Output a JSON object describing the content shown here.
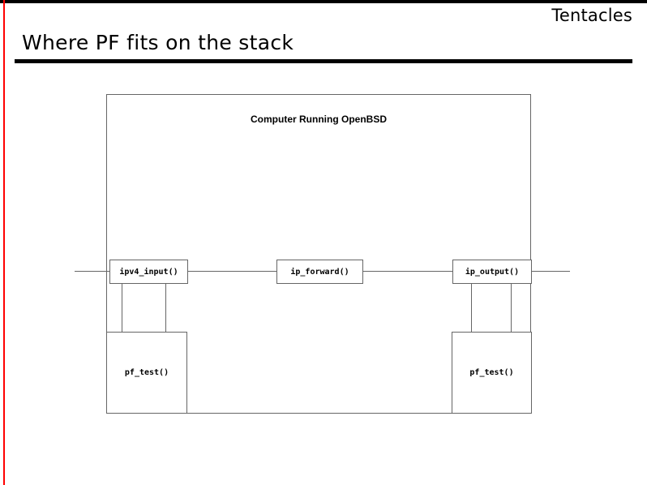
{
  "slide": {
    "deck_name": "Tentacles",
    "title": "Where PF fits on the stack",
    "accent_color": "#ff0000",
    "rule_color": "#000000",
    "line_color": "#666666",
    "background_color": "#ffffff"
  },
  "diagram": {
    "type": "block-diagram",
    "host": {
      "label": "Computer Running OpenBSD"
    },
    "nodes": [
      {
        "id": "ipv4_input",
        "label": "ipv4_input()",
        "role": "input-path"
      },
      {
        "id": "ip_forward",
        "label": "ip_forward()",
        "role": "forward-path"
      },
      {
        "id": "ip_output",
        "label": "ip_output()",
        "role": "output-path"
      },
      {
        "id": "pf_test_in",
        "label": "pf_test()",
        "role": "packet-filter-inbound"
      },
      {
        "id": "pf_test_out",
        "label": "pf_test()",
        "role": "packet-filter-outbound"
      }
    ]
  }
}
